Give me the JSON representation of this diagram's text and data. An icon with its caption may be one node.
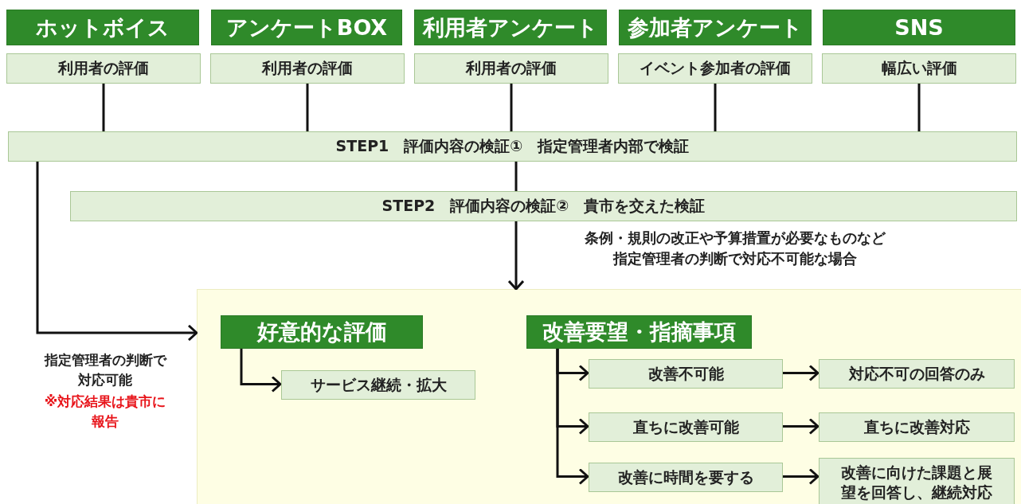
{
  "diagram": {
    "nodes": [
      {
        "text": [
          "ホットボイス"
        ]
      },
      {
        "text": [
          "利用者の評価"
        ]
      },
      {
        "text": [
          "アンケートBOX"
        ]
      },
      {
        "text": [
          "利用者の評価"
        ]
      },
      {
        "text": [
          "利用者アンケート"
        ]
      },
      {
        "text": [
          "利用者の評価"
        ]
      },
      {
        "text": [
          "参加者アンケート"
        ]
      },
      {
        "text": [
          "イベント参加者の評価"
        ]
      },
      {
        "text": [
          "SNS"
        ]
      },
      {
        "text": [
          "幅広い評価"
        ]
      },
      {
        "text": [
          "STEP1　評価内容の検証①　指定管理者内部で検証"
        ]
      },
      {
        "text": [
          "STEP2　評価内容の検証②　貴市を交えた検証"
        ]
      },
      {
        "text": [],
        "shape": "box"
      },
      {
        "text": [
          "好意的な評価"
        ],
        "in": 12
      },
      {
        "text": [
          "サービス継続・拡大"
        ],
        "in": 12
      },
      {
        "text": [
          "改善要望・指摘事項"
        ],
        "in": 12
      },
      {
        "text": [
          "改善不可能"
        ],
        "in": 12
      },
      {
        "text": [
          "対応不可の回答のみ"
        ],
        "in": 12
      },
      {
        "text": [
          "直ちに改善可能"
        ],
        "in": 12
      },
      {
        "text": [
          "直ちに改善対応"
        ],
        "in": 12
      },
      {
        "text": [
          "改善に時間を要する"
        ],
        "in": 12
      },
      {
        "text": [
          "改善に向けた課題と展望を回答し、継続対応"
        ],
        "in": 12
      }
    ],
    "edges": [
      {
        "from": 1,
        "to": 10,
        "arrow": "none"
      },
      {
        "from": 3,
        "to": 10,
        "arrow": "none"
      },
      {
        "from": 5,
        "to": 10,
        "arrow": "none"
      },
      {
        "from": 7,
        "to": 10,
        "arrow": "none"
      },
      {
        "from": 9,
        "to": 10,
        "arrow": "none"
      },
      {
        "from": 10,
        "to": 11,
        "arrow": "none"
      },
      {
        "from": 11,
        "to": 12,
        "arrow": "to",
        "label": "条例・規則の改正や予算措置が必要なものなど指定管理者の判断で対応不可能な場合"
      },
      {
        "from": 10,
        "to": 12,
        "arrow": "to",
        "label": "指定管理者の判断で対応可能"
      },
      {
        "from": 13,
        "to": 14,
        "arrow": "to"
      },
      {
        "from": 15,
        "to": 16,
        "arrow": "to"
      },
      {
        "from": 15,
        "to": 18,
        "arrow": "to"
      },
      {
        "from": 15,
        "to": 20,
        "arrow": "to"
      },
      {
        "from": 16,
        "to": 17,
        "arrow": "to"
      },
      {
        "from": 18,
        "to": 19,
        "arrow": "to"
      },
      {
        "from": 20,
        "to": 21,
        "arrow": "to"
      }
    ],
    "labels": [
      "※対応結果は貴市に報告"
    ]
  }
}
